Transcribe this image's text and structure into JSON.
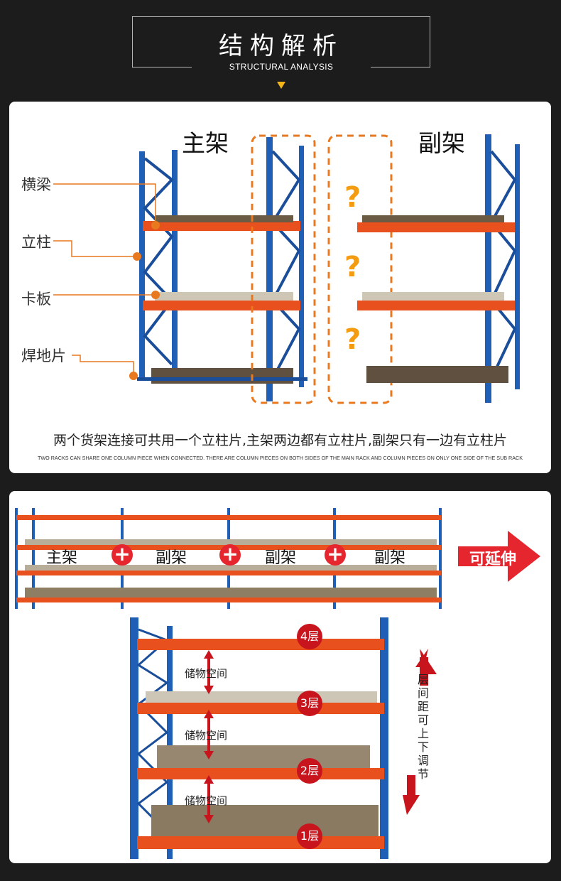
{
  "header": {
    "title": "结构解析",
    "subtitle": "STRUCTURAL ANALYSIS"
  },
  "section1": {
    "main_rack_label": "主架",
    "sub_rack_label": "副架",
    "parts": [
      "横梁",
      "立柱",
      "卡板",
      "焊地片"
    ],
    "question_mark": "?",
    "description_cn": "两个货架连接可共用一个立柱片,主架两边都有立柱片,副架只有一边有立柱片",
    "description_en": "TWO RACKS CAN SHARE ONE COLUMN PIECE WHEN CONNECTED. THERE ARE COLUMN PIECES ON BOTH SIDES OF THE MAIN RACK AND COLUMN PIECES ON ONLY ONE SIDE OF THE SUB RACK"
  },
  "section2": {
    "rack_labels": [
      "主架",
      "副架",
      "副架",
      "副架"
    ],
    "plus_symbol": "+",
    "extend_label": "可延伸",
    "layers": [
      "4层",
      "3层",
      "2层",
      "1层"
    ],
    "storage_space": "储物空间",
    "adjustable_text": "层间距可上下调节"
  },
  "colors": {
    "background": "#1c1c1c",
    "accent_orange": "#e8791f",
    "beam_orange": "#e8501d",
    "column_blue": "#1f5fb5",
    "badge_red": "#c8141d"
  }
}
